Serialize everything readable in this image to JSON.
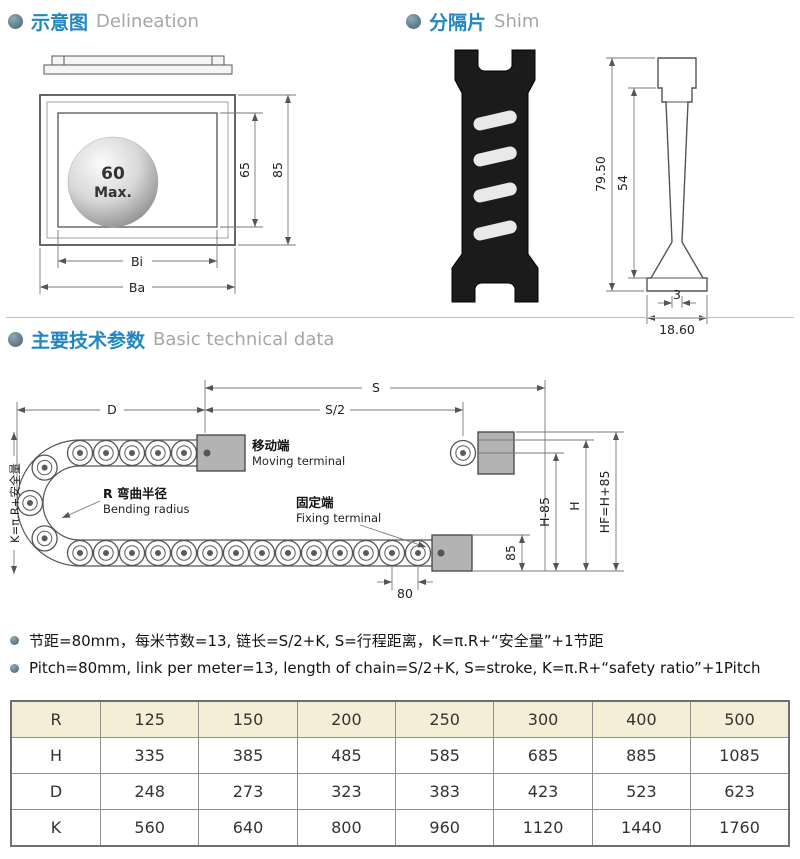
{
  "colors": {
    "accent_blue": "#2286c3",
    "heading_gray": "#a6a6a6",
    "bullet": "#5a7687",
    "table_header_bg": "#f4eed6"
  },
  "sections": {
    "delineation": {
      "zh": "示意图",
      "en": "Delineation"
    },
    "shim": {
      "zh": "分隔片",
      "en": "Shim"
    },
    "technical": {
      "zh": "主要技术参数",
      "en": "Basic technical data"
    }
  },
  "delineation": {
    "sphere_line1": "60",
    "sphere_line2": "Max.",
    "dim_inner_height": "65",
    "dim_outer_height": "85",
    "dim_inner_width": "Bi",
    "dim_outer_width": "Ba"
  },
  "shim": {
    "dim_height": "79.50",
    "dim_inner": "54",
    "dim_thickness": "3",
    "dim_foot": "18.60"
  },
  "chain": {
    "dim_s": "S",
    "dim_s2": "S/2",
    "dim_d": "D",
    "moving_zh": "移动端",
    "moving_en": "Moving terminal",
    "fixing_zh": "固定端",
    "fixing_en": "Fixing terminal",
    "radius_zh": "R 弯曲半径",
    "radius_en": "Bending radius",
    "k_label": "K=π.R+安全量",
    "dim_80": "80",
    "dim_85": "85",
    "dim_h85": "H-85",
    "dim_h": "H",
    "dim_hf": "HF=H+85"
  },
  "notes": {
    "zh": "节距=80mm，每米节数=13, 链长=S/2+K, S=行程距离，K=π.R+“安全量”+1节距",
    "en": "Pitch=80mm, link per meter=13, length of chain=S/2+K, S=stroke, K=π.R+“safety ratio”+1Pitch"
  },
  "table": {
    "rows": [
      {
        "label": "R",
        "values": [
          "125",
          "150",
          "200",
          "250",
          "300",
          "400",
          "500"
        ]
      },
      {
        "label": "H",
        "values": [
          "335",
          "385",
          "485",
          "585",
          "685",
          "885",
          "1085"
        ]
      },
      {
        "label": "D",
        "values": [
          "248",
          "273",
          "323",
          "383",
          "423",
          "523",
          "623"
        ]
      },
      {
        "label": "K",
        "values": [
          "560",
          "640",
          "800",
          "960",
          "1120",
          "1440",
          "1760"
        ]
      }
    ]
  }
}
